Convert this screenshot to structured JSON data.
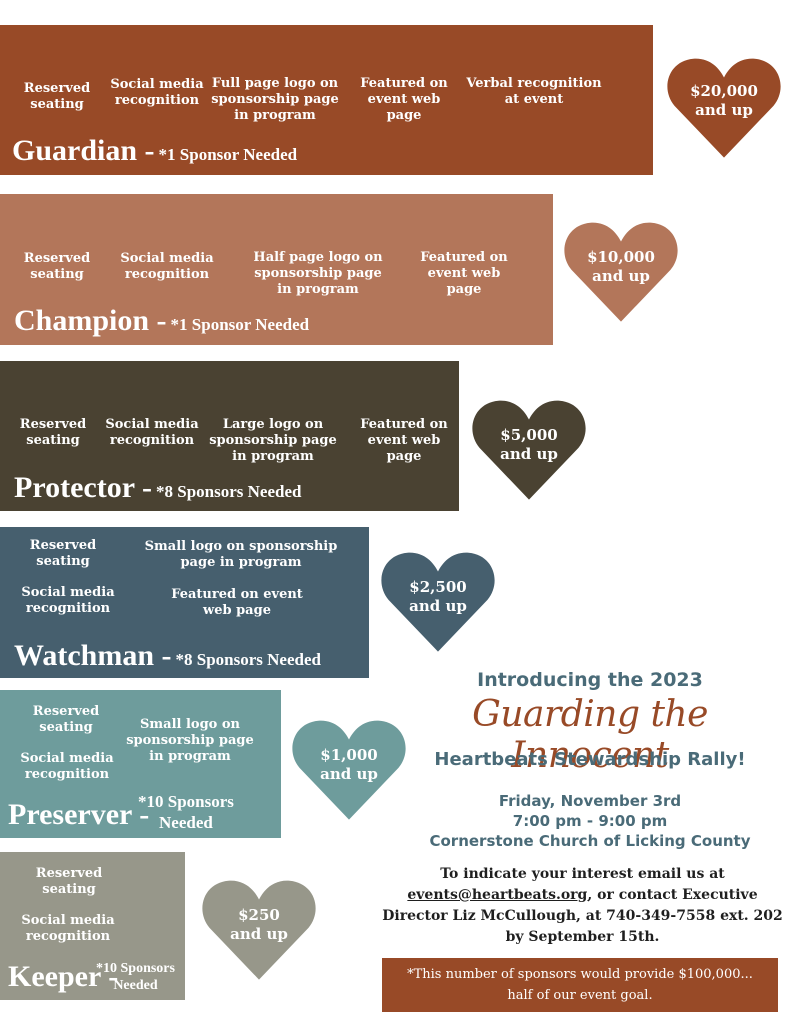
{
  "colors": {
    "guardian": "#984a27",
    "champion": "#b3765a",
    "protector": "#4a4232",
    "watchman": "#465f6e",
    "preserver": "#6e9c9c",
    "keeper": "#97978a",
    "title_teal": "#4a6b78",
    "title_rust": "#984a27"
  },
  "tiers": {
    "guardian": {
      "name": "Guardian -",
      "note": "*1 Sponsor Needed",
      "amount_line1": "$20,000",
      "amount_line2": "and up",
      "features": [
        "Reserved seating",
        "Social media recognition",
        "Full page logo on sponsorship page in program",
        "Featured on event web page",
        "Verbal recognition at event"
      ]
    },
    "champion": {
      "name": "Champion -",
      "note": "*1 Sponsor Needed",
      "amount_line1": "$10,000",
      "amount_line2": "and up",
      "features": [
        "Reserved seating",
        "Social media recognition",
        "Half page logo on sponsorship page in program",
        "Featured on event web page"
      ]
    },
    "protector": {
      "name": "Protector -",
      "note": "*8 Sponsors Needed",
      "amount_line1": "$5,000",
      "amount_line2": "and up",
      "features": [
        "Reserved seating",
        "Social media recognition",
        "Large logo on sponsorship page in program",
        "Featured on event web page"
      ]
    },
    "watchman": {
      "name": "Watchman -",
      "note": "*8 Sponsors Needed",
      "amount_line1": "$2,500",
      "amount_line2": "and up",
      "features": [
        "Reserved seating",
        "Small logo on sponsorship page in program",
        "Social media recognition",
        "Featured on event web page"
      ]
    },
    "preserver": {
      "name": "Preserver -",
      "note_line1": "*10 Sponsors",
      "note_line2": "Needed",
      "amount_line1": "$1,000",
      "amount_line2": "and up",
      "features": [
        "Reserved seating",
        "Small logo on sponsorship page in program",
        "Social media recognition"
      ]
    },
    "keeper": {
      "name": "Keeper -",
      "note_line1": "*10 Sponsors",
      "note_line2": "Needed",
      "amount_line1": "$250",
      "amount_line2": "and up",
      "features": [
        "Reserved seating",
        "Social media recognition"
      ]
    }
  },
  "event": {
    "intro": "Introducing the 2023",
    "title": "Guarding the Innocent",
    "subtitle": "Heartbeats Stewardship Rally!",
    "date": "Friday, November 3rd",
    "time": "7:00 pm - 9:00 pm",
    "venue": "Cornerstone Church of Licking County",
    "contact_pre": "To indicate your interest email us at",
    "contact_email": "events@heartbeats.org",
    "contact_post": ", or contact Executive Director Liz McCullough, at 740-349-7558 ext. 202 by September 15th.",
    "goal_note": "*This number of sponsors would provide $100,000... half of our event goal."
  }
}
